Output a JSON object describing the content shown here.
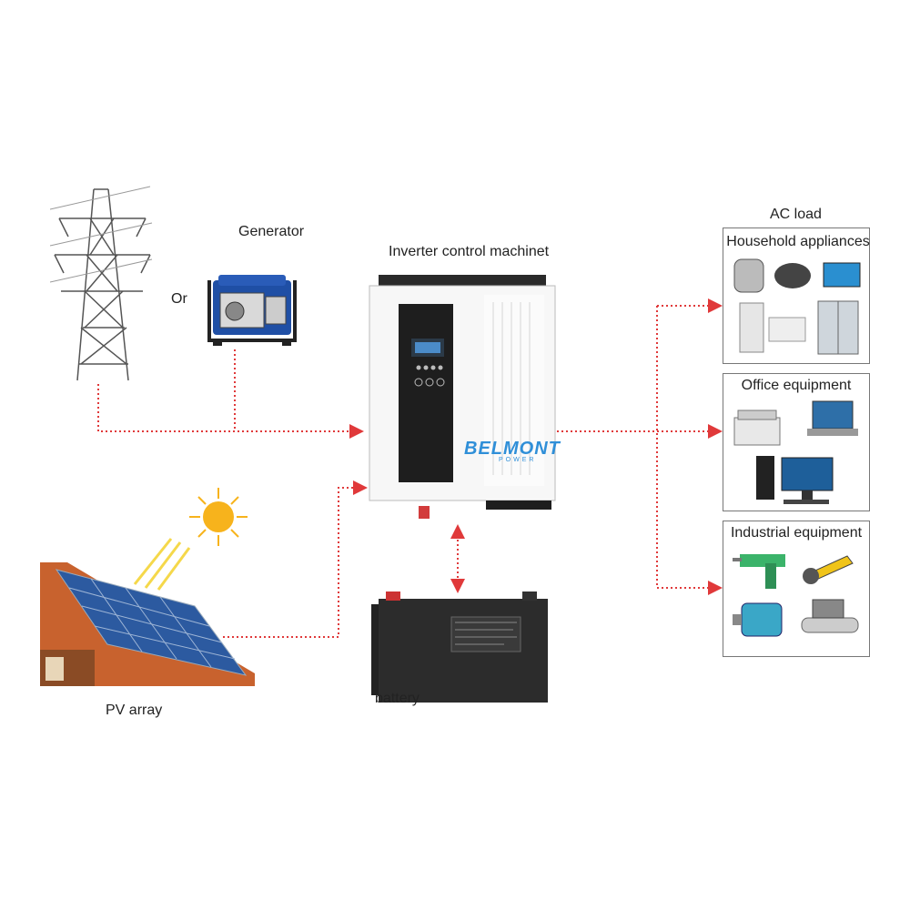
{
  "labels": {
    "generator": "Generator",
    "or": "Or",
    "inverter": "Inverter control machinet",
    "pv_array": "PV array",
    "battery": "battery",
    "ac_load": "AC load"
  },
  "inverter_brand": {
    "name": "BELMONT",
    "sub": "POWER"
  },
  "load_boxes": [
    {
      "title": "Household appliances"
    },
    {
      "title": "Office equipment"
    },
    {
      "title": "Industrial equipment"
    }
  ],
  "colors": {
    "connector": "#e0393a",
    "brand": "#2f8fd8",
    "inverter_panel": "#1e1e1e",
    "sun": "#f7b31c",
    "roof": "#c8622e",
    "solar_panel": "#2c5aa0"
  }
}
